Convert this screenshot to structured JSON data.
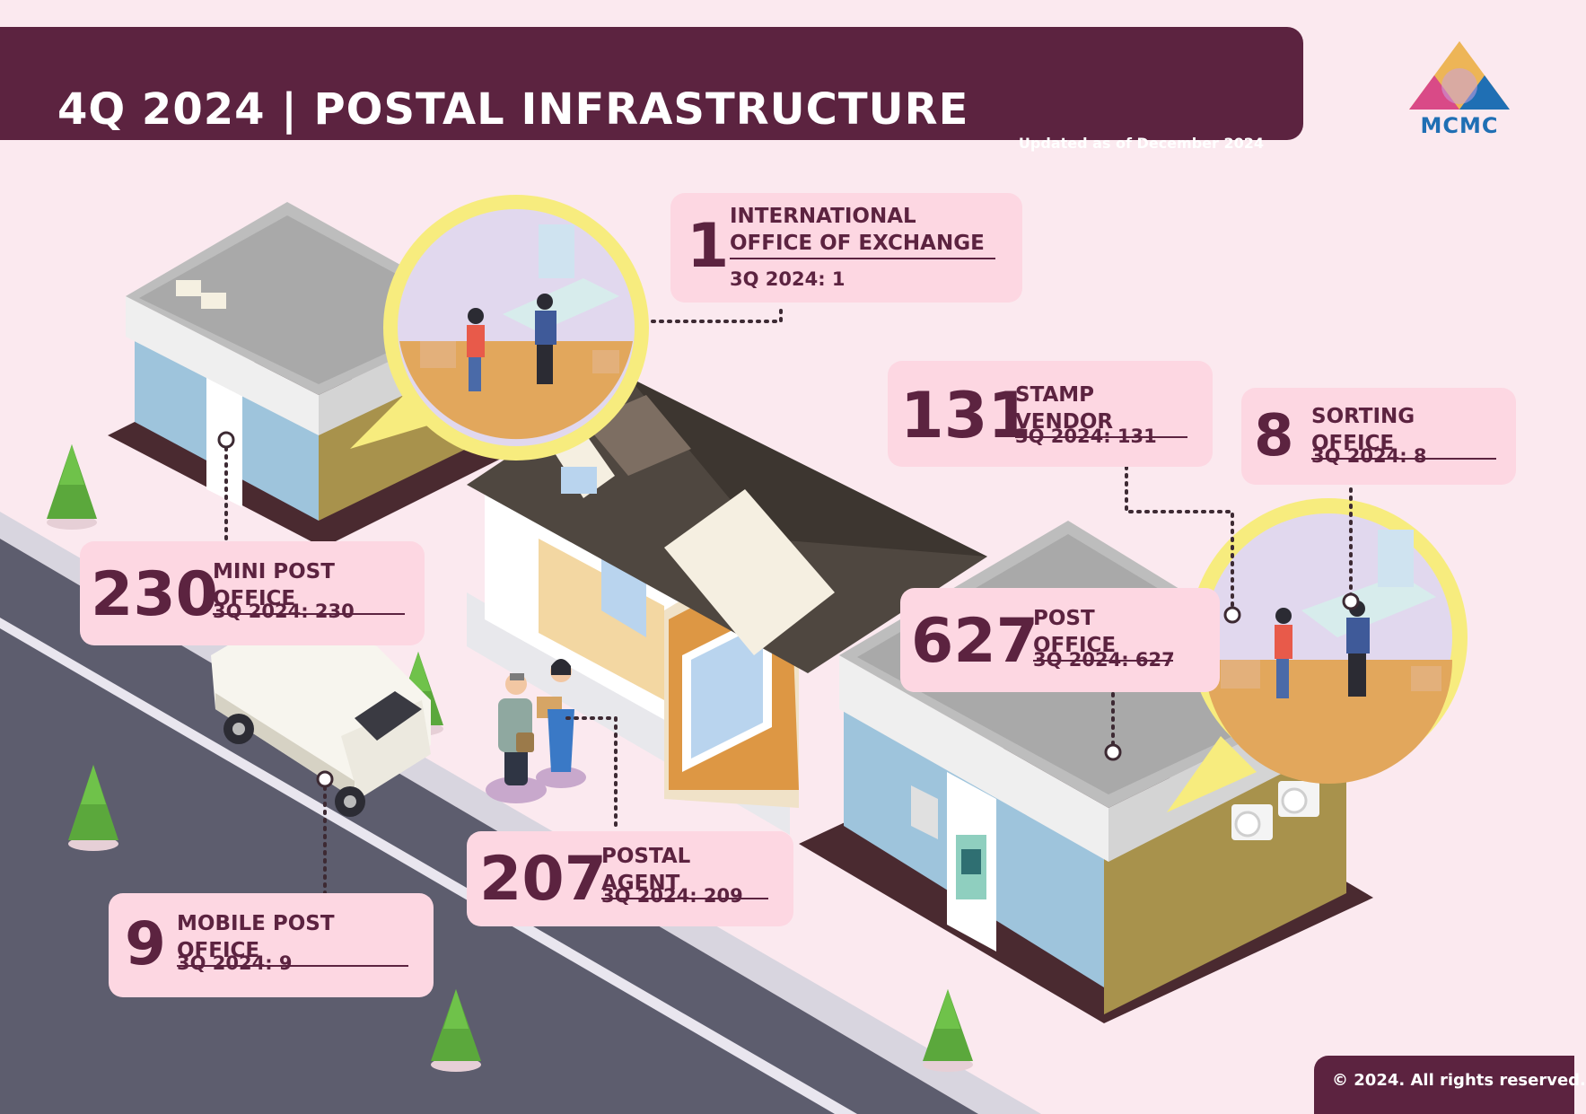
{
  "header": {
    "title": "4Q 2024 | POSTAL INFRASTRUCTURE",
    "updated": "Updated as of December 2024"
  },
  "logo": {
    "text": "MCMC",
    "colors": [
      "#e8a33a",
      "#d94a87",
      "#1f6fb4"
    ]
  },
  "stats": {
    "international": {
      "value": "1",
      "label": "INTERNATIONAL OFFICE OF EXCHANGE",
      "prev": "3Q 2024: 1"
    },
    "stamp": {
      "value": "131",
      "label": "STAMP VENDOR",
      "prev": "3Q 2024: 131"
    },
    "sorting": {
      "value": "8",
      "label": "SORTING OFFICE",
      "prev": "3Q 2024: 8"
    },
    "mini": {
      "value": "230",
      "label": "MINI POST OFFICE",
      "prev": "3Q 2024: 230"
    },
    "post": {
      "value": "627",
      "label": "POST OFFICE",
      "prev": "3Q 2024: 627"
    },
    "agent": {
      "value": "207",
      "label": "POSTAL AGENT",
      "prev": "3Q 2024: 209"
    },
    "mobile": {
      "value": "9",
      "label": "MOBILE POST OFFICE",
      "prev": "3Q 2024: 9"
    }
  },
  "footer": {
    "copyright": "© 2024. All rights reserved."
  },
  "colors": {
    "primary": "#5c2340",
    "card": "#fdd7e2",
    "background": "#fbe9ef",
    "bubble": "#f7ec7e"
  }
}
